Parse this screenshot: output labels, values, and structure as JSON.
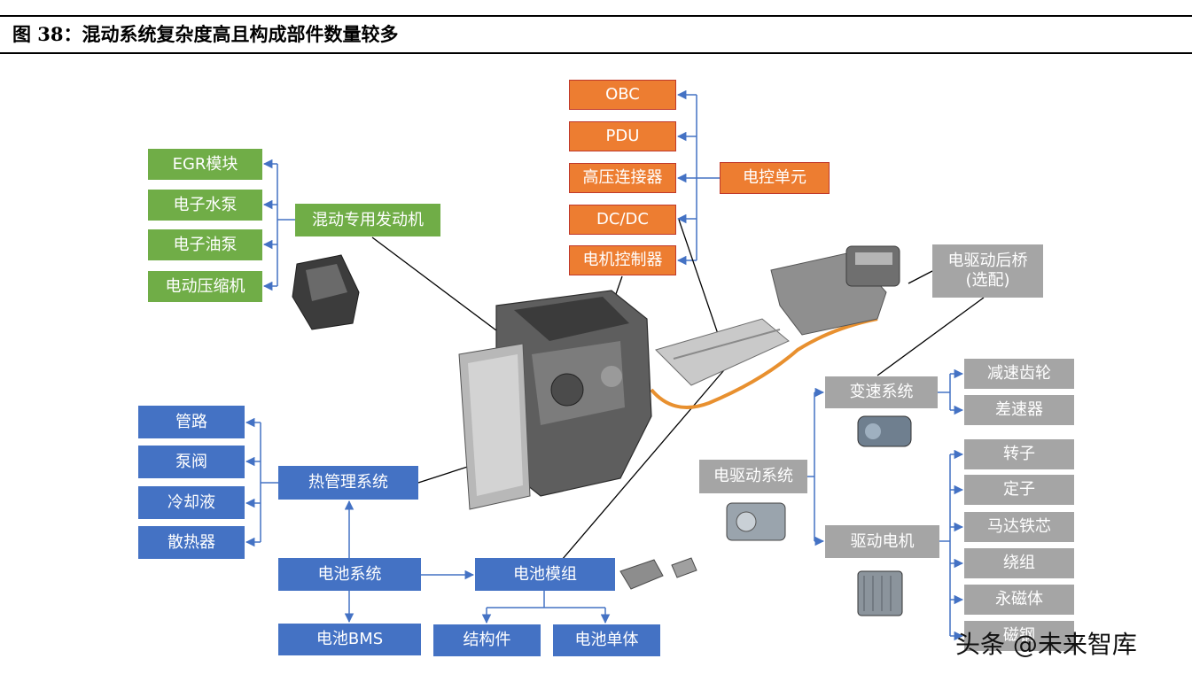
{
  "figure": {
    "title": "图 38：混动系统复杂度高且构成部件数量较多"
  },
  "engine": {
    "label": "混动专用发动机",
    "parts": [
      "EGR模块",
      "电子水泵",
      "电子油泵",
      "电动压缩机"
    ]
  },
  "control": {
    "label": "电控单元",
    "parts": [
      "OBC",
      "PDU",
      "高压连接器",
      "DC/DC",
      "电机控制器"
    ]
  },
  "rear_axle": {
    "label_line1": "电驱动后桥",
    "label_line2": "(选配)"
  },
  "thermal": {
    "label": "热管理系统",
    "parts": [
      "管路",
      "泵阀",
      "冷却液",
      "散热器"
    ]
  },
  "battery": {
    "system": "电池系统",
    "bms": "电池BMS",
    "module": "电池模组",
    "module_parts": [
      "结构件",
      "电池单体"
    ]
  },
  "drive": {
    "label": "电驱动系统",
    "transmission": {
      "label": "变速系统",
      "parts": [
        "减速齿轮",
        "差速器"
      ]
    },
    "motor": {
      "label": "驱动电机",
      "parts": [
        "转子",
        "定子",
        "马达铁芯",
        "绕组",
        "永磁体",
        "磁钢"
      ]
    }
  },
  "watermark": "头条 @未来智库",
  "colors": {
    "engine": "#70ad47",
    "control": "#ed7d31",
    "thermal_battery": "#4472c4",
    "drive": "#a5a5a5",
    "connector": "#4472c4",
    "leader": "#000000"
  }
}
